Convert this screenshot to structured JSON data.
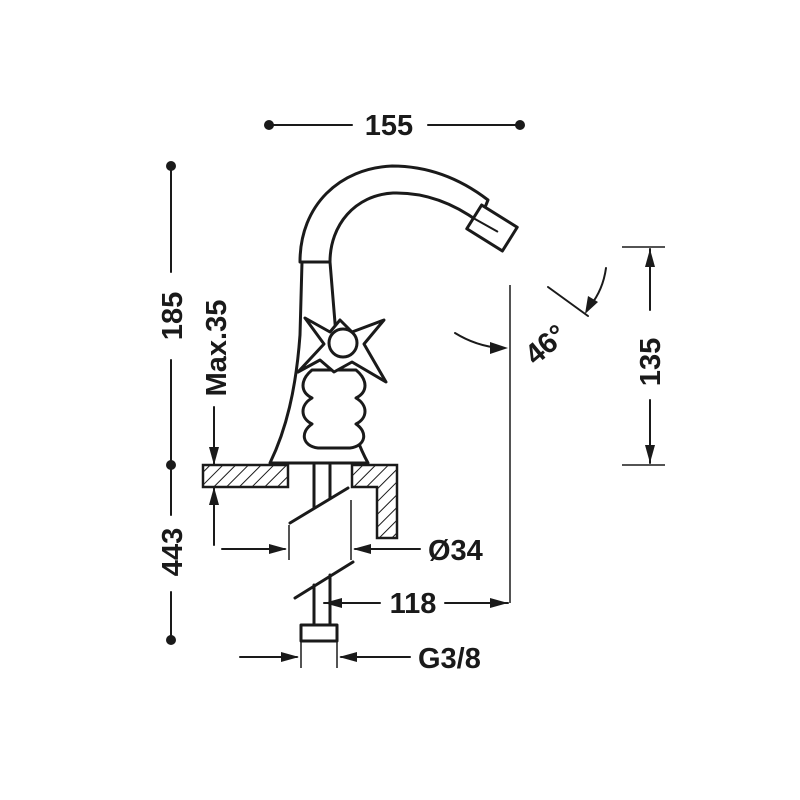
{
  "dimensions": {
    "width_top": "155",
    "height_total": "185",
    "max_deck": "Max.35",
    "below_deck": "443",
    "spout_angle": "46°",
    "spout_height": "135",
    "body_diameter": "Ø34",
    "reach": "118",
    "connection": "G3/8"
  }
}
